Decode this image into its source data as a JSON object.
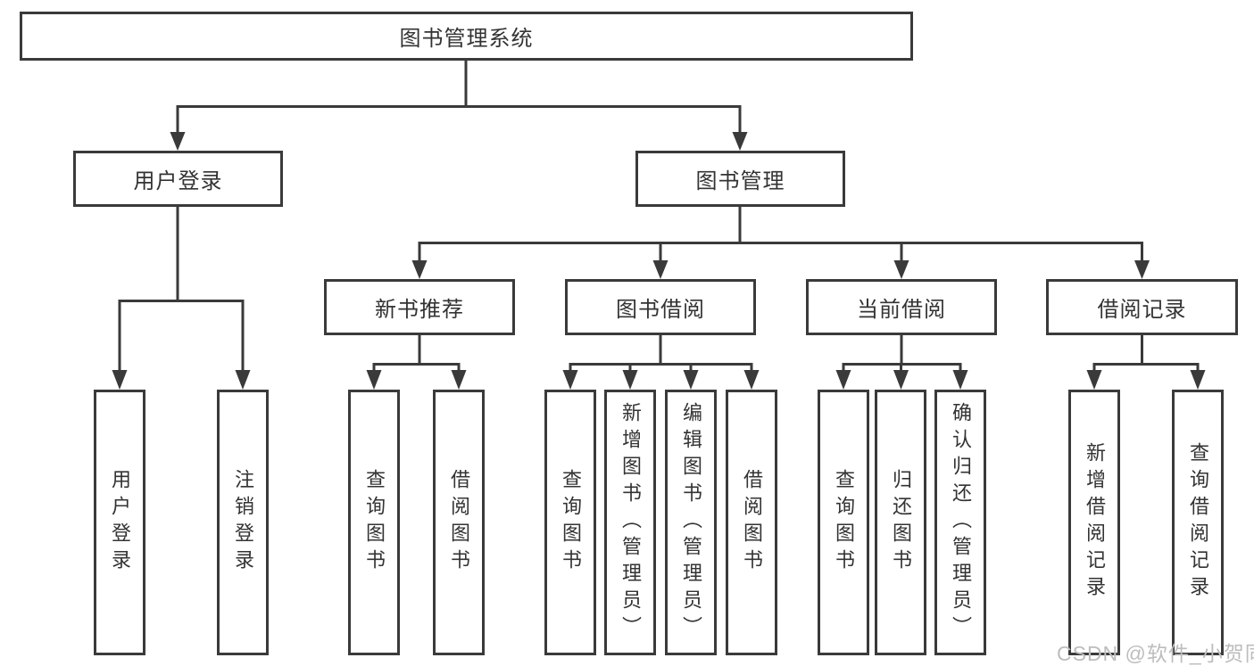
{
  "root": {
    "label": "图书管理系统"
  },
  "level2": {
    "user_login": {
      "label": "用户登录"
    },
    "book_mgmt": {
      "label": "图书管理"
    }
  },
  "level3": {
    "new_book": {
      "label": "新书推荐"
    },
    "borrow": {
      "label": "图书借阅"
    },
    "current": {
      "label": "当前借阅"
    },
    "records": {
      "label": "借阅记录"
    }
  },
  "leaves": {
    "user_login": [
      "用户登录",
      "注销登录"
    ],
    "new_book": [
      "查询图书",
      "借阅图书"
    ],
    "borrow": [
      "查询图书",
      "新增图书（管理员）",
      "编辑图书（管理员）",
      "借阅图书"
    ],
    "current": [
      "查询图书",
      "归还图书",
      "确认归还（管理员）"
    ],
    "records": [
      "新增借阅记录",
      "查询借阅记录"
    ]
  },
  "watermark": "CSDN @软件_小贺同学",
  "colors": {
    "line": "#3a3a3a",
    "text": "#333333",
    "watermark": "#bdbdbd",
    "background": "#ffffff"
  }
}
